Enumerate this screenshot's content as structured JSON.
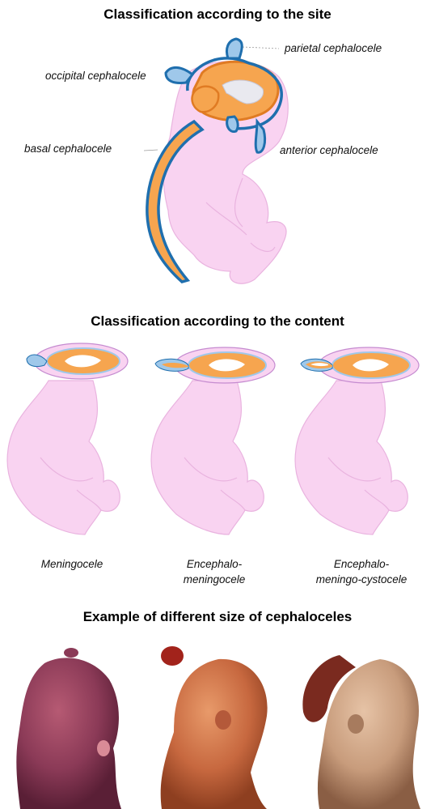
{
  "section_site": {
    "title": "Classification according to the site",
    "labels": {
      "parietal": "parietal cephalocele",
      "occipital": "occipital cephalocele",
      "basal": "basal cephalocele",
      "anterior": "anterior cephalocele"
    }
  },
  "section_content": {
    "title": "Classification according to the content",
    "captions": [
      {
        "line1": "Meningocele",
        "line2": ""
      },
      {
        "line1": "Encephalo-",
        "line2": "meningocele"
      },
      {
        "line1": "Encephalo-",
        "line2": "meningo-cystocele"
      }
    ]
  },
  "section_examples": {
    "title": "Example of different size of cephaloceles"
  },
  "colors": {
    "body_fill": "#f9d3f1",
    "body_outline": "#e9b3df",
    "brain_fill": "#f6a54f",
    "csf_fill": "#9fc8ea",
    "blue_outline": "#1f6fae",
    "orange_outline": "#e07b23"
  }
}
